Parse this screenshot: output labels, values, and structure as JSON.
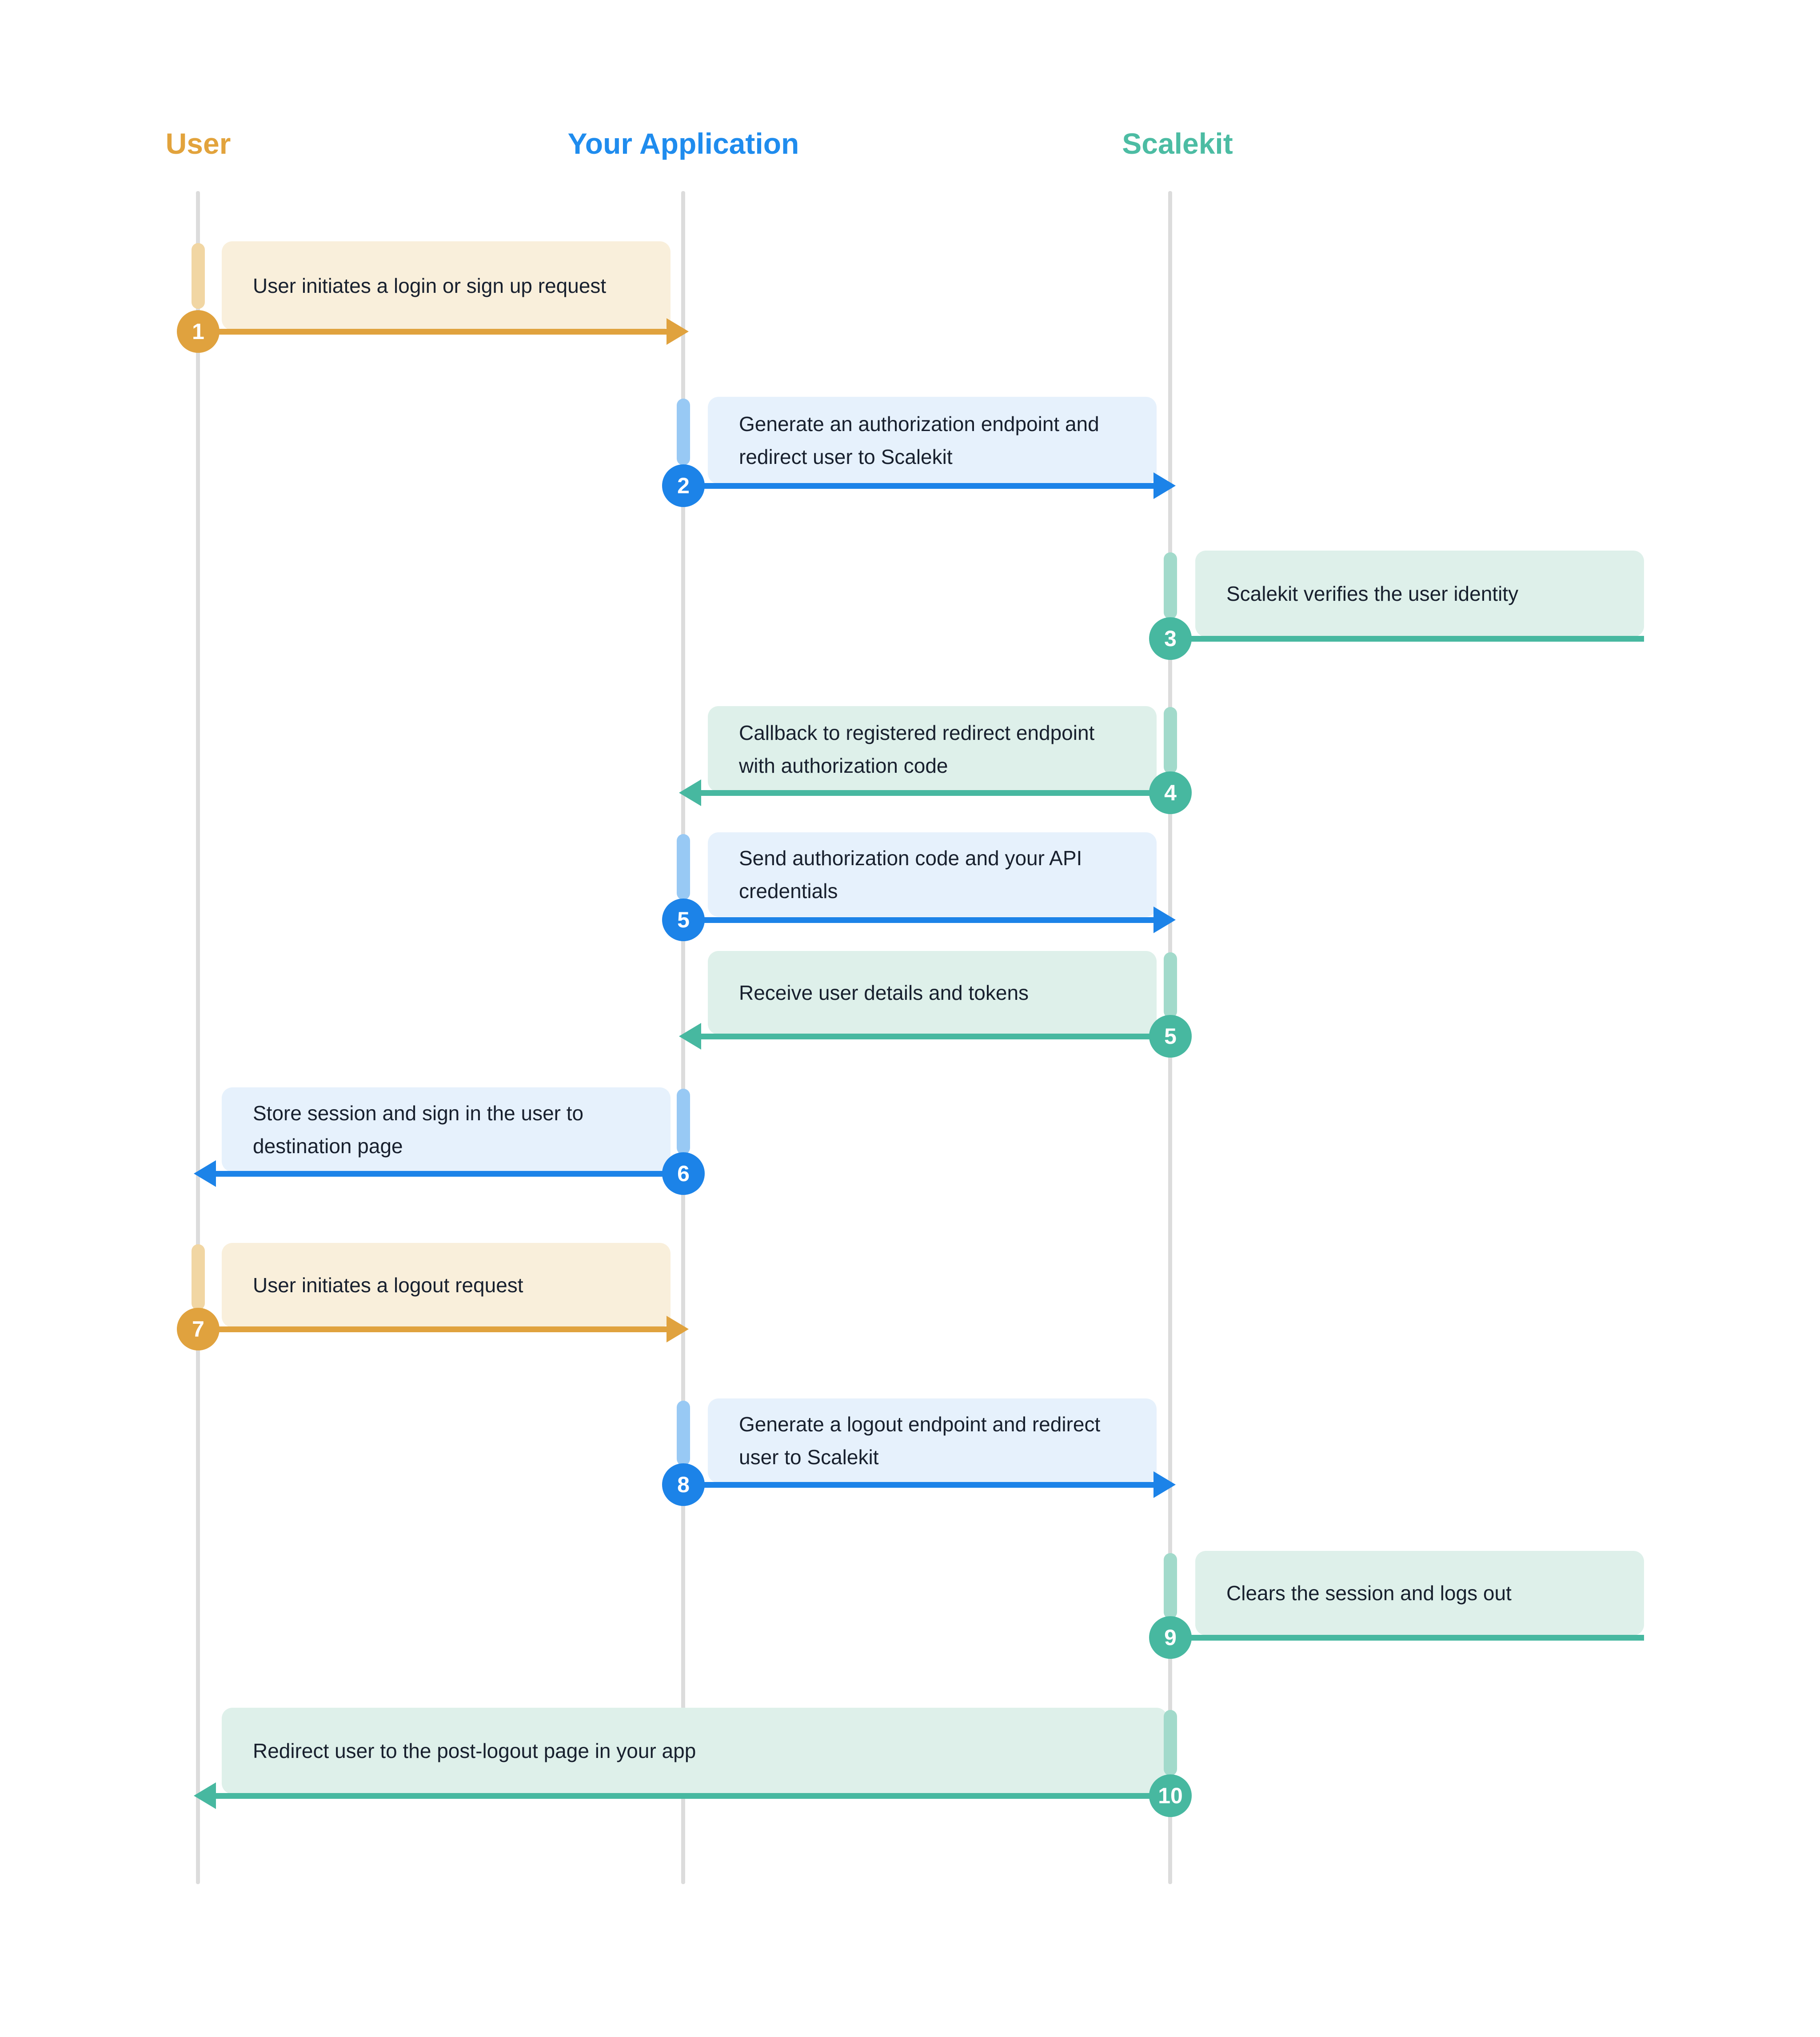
{
  "diagram": {
    "type": "sequence",
    "actors": [
      {
        "id": "user",
        "label": "User",
        "color": "#e2a33c"
      },
      {
        "id": "app",
        "label": "Your Application",
        "color": "#1f8cee"
      },
      {
        "id": "scalekit",
        "label": "Scalekit",
        "color": "#4cbca3"
      }
    ],
    "theme_colors": {
      "orange": {
        "main": "#e0a23e",
        "box": "#f9efdb",
        "activation": "#f1d6a3"
      },
      "blue": {
        "main": "#1c83e8",
        "box": "#e6f1fc",
        "activation": "#98c9f4"
      },
      "teal": {
        "main": "#47b8a0",
        "box": "#def0ea",
        "activation": "#a2dacb"
      },
      "lifeline": "#dcdcdc",
      "text": "#18202e"
    },
    "steps": [
      {
        "num": "1",
        "text": "User initiates a login or sign up request",
        "from": "user",
        "to": "app",
        "theme": "orange",
        "direction": "right"
      },
      {
        "num": "2",
        "text": "Generate an authorization endpoint and redirect user to Scalekit",
        "from": "app",
        "to": "scalekit",
        "theme": "blue",
        "direction": "right"
      },
      {
        "num": "3",
        "text": "Scalekit verifies the user identity",
        "from": "scalekit",
        "to": "scalekit",
        "theme": "teal",
        "direction": "self"
      },
      {
        "num": "4",
        "text": "Callback to registered redirect endpoint with authorization code",
        "from": "scalekit",
        "to": "app",
        "theme": "teal",
        "direction": "left"
      },
      {
        "num": "5",
        "text": "Send authorization code and your API credentials",
        "from": "app",
        "to": "scalekit",
        "theme": "blue",
        "direction": "right"
      },
      {
        "num": "5",
        "text": "Receive user details and tokens",
        "from": "scalekit",
        "to": "app",
        "theme": "teal",
        "direction": "left"
      },
      {
        "num": "6",
        "text": "Store session and sign in the user to destination page",
        "from": "app",
        "to": "user",
        "theme": "blue",
        "direction": "left"
      },
      {
        "num": "7",
        "text": "User initiates a logout request",
        "from": "user",
        "to": "app",
        "theme": "orange",
        "direction": "right"
      },
      {
        "num": "8",
        "text": "Generate a logout endpoint and redirect user to Scalekit",
        "from": "app",
        "to": "scalekit",
        "theme": "blue",
        "direction": "right"
      },
      {
        "num": "9",
        "text": "Clears the session and logs out",
        "from": "scalekit",
        "to": "scalekit",
        "theme": "teal",
        "direction": "self"
      },
      {
        "num": "10",
        "text": "Redirect user to the post-logout page in your app",
        "from": "scalekit",
        "to": "user",
        "theme": "teal",
        "direction": "left"
      }
    ]
  }
}
